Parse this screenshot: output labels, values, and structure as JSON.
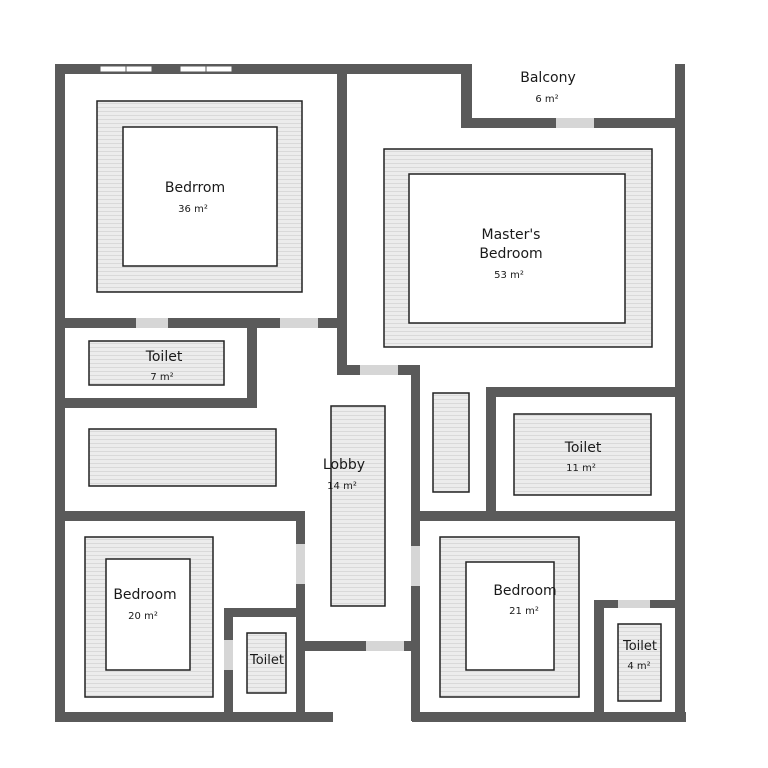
{
  "colors": {
    "wall": "#5a5a5a",
    "floor": "#ffffff",
    "furniture_fill": "#e6e6e6",
    "furniture_stroke": "#222222",
    "door": "#d6d6d6",
    "window": "#ffffff",
    "text": "#1a1a1a"
  },
  "rooms": {
    "bedroom_nw": {
      "name": "Bedrrom",
      "area": "36 m²"
    },
    "balcony": {
      "name": "Balcony",
      "area": "6 m²"
    },
    "master": {
      "name_line1": "Master's",
      "name_line2": "Bedroom",
      "area": "53 m²"
    },
    "toilet_w": {
      "name": "Toilet",
      "area": "7 m²"
    },
    "lobby": {
      "name": "Lobby",
      "area": "14 m²"
    },
    "toilet_e": {
      "name": "Toilet",
      "area": "11 m²"
    },
    "bedroom_sw": {
      "name": "Bedroom",
      "area": "20 m²"
    },
    "toilet_s": {
      "name": "Toilet"
    },
    "bedroom_se": {
      "name": "Bedroom",
      "area": "21 m²"
    },
    "toilet_se": {
      "name": "Toilet",
      "area": "4 m²"
    }
  }
}
